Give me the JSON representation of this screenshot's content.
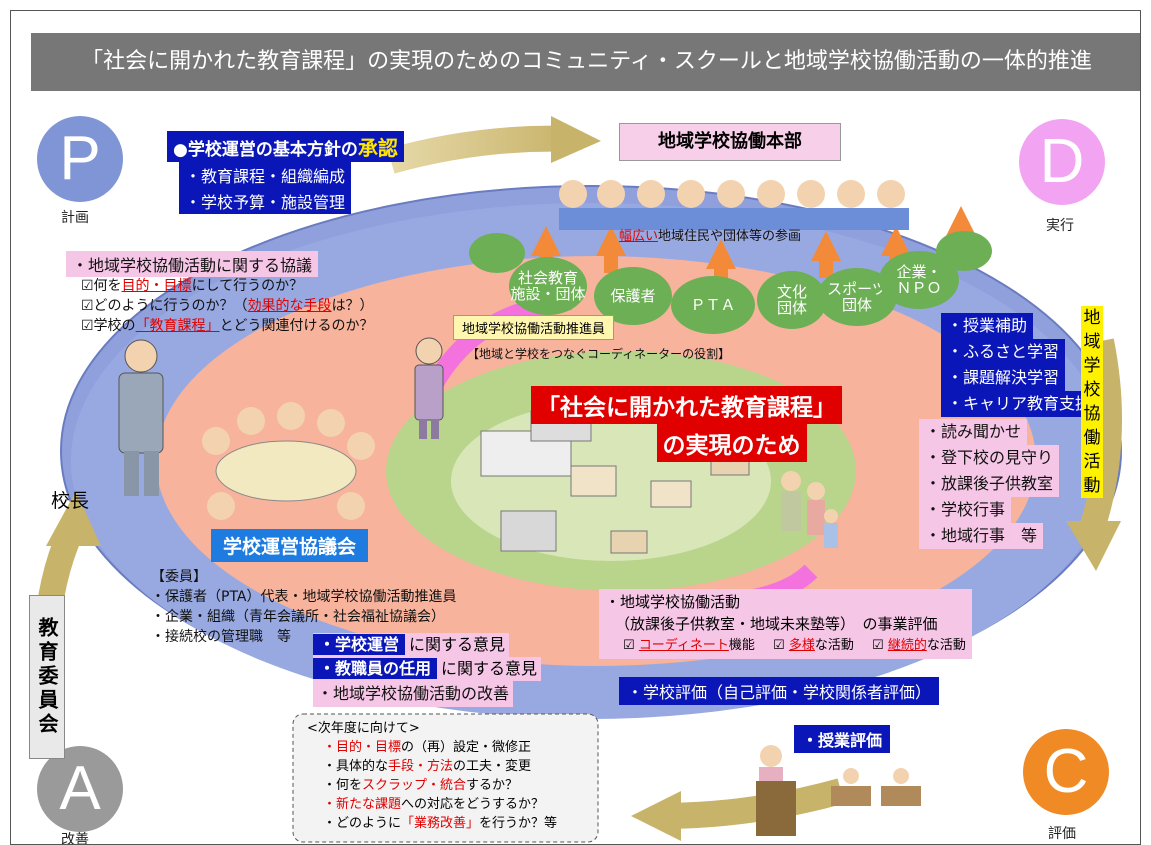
{
  "title": "「社会に開かれた教育課程」の実現のためのコミュニティ・スクールと地域学校協働活動の一体的推進",
  "pdca": {
    "p": {
      "letter": "P",
      "label": "計画",
      "color": "#7f95d6"
    },
    "d": {
      "letter": "D",
      "label": "実行",
      "color": "#f2a3f2"
    },
    "c": {
      "letter": "C",
      "label": "評価",
      "color": "#f08a24"
    },
    "a": {
      "letter": "A",
      "label": "改善",
      "color": "#9a9a9a"
    }
  },
  "approval": {
    "head": "●学校運営の基本方針の",
    "head_strong": "承認",
    "items": [
      "・教育課程・組織編成",
      "・学校予算・施設管理"
    ]
  },
  "hq": {
    "label": "地域学校協働本部"
  },
  "participation": {
    "pre": "幅広い",
    "post": "地域住民や団体等の参画"
  },
  "groups": [
    {
      "label": "社会教育\n施設・団体"
    },
    {
      "label": "保護者"
    },
    {
      "label": "ＰＴＡ"
    },
    {
      "label": "文化\n団体"
    },
    {
      "label": "スポーツ\n団体"
    },
    {
      "label": "企業・\nＮＰＯ"
    }
  ],
  "consult": {
    "head": "・地域学校協働活動に関する協議",
    "line1_pre": "☑何を",
    "line1_red": "目的・目標",
    "line1_post": "にして行うのか？",
    "line2_pre": "☑どのように行うのか？（",
    "line2_red": "効果的な手段",
    "line2_post": "は？）",
    "line3_pre": "☑学校の",
    "line3_red": "「教育課程」",
    "line3_post": "とどう関連付けるのか？"
  },
  "promoter": {
    "label": "地域学校協働活動推進員",
    "role": "【地域と学校をつなぐコーディネーターの役割】"
  },
  "center": {
    "line1": "「社会に開かれた教育課程」",
    "line2": "の実現のため"
  },
  "principal": {
    "label": "校長"
  },
  "council": {
    "label": "学校運営協議会"
  },
  "members": {
    "head": "【委員】",
    "items": [
      "・保護者（PTA）代表・地域学校協働活動推進員",
      "・企業・組織（青年会議所・社会福祉協議会）",
      "・接続校の管理職　等"
    ]
  },
  "board": {
    "label": "教育委員会"
  },
  "opinions": {
    "line1_strong": "・学校運営",
    "line1_post": "に関する意見",
    "line2_strong": "・教職員の任用",
    "line2_post": "に関する意見",
    "line3": "・地域学校協働活動の改善"
  },
  "next_year": {
    "head": "<次年度に向けて>",
    "l1_red": "・目的・目標",
    "l1_post": "の（再）設定・微修正",
    "l2_pre": "・具体的な",
    "l2_red": "手段・方法",
    "l2_post": "の工夫・変更",
    "l3_pre": "・何を",
    "l3_red": "スクラップ・統合",
    "l3_post": "するか？",
    "l4_red": "・新たな課題",
    "l4_post": "への対応をどうするか？",
    "l5_pre": "・どのように",
    "l5_red": "「業務改善」",
    "l5_post": "を行うか？等"
  },
  "activities_blue": [
    "・授業補助",
    "・ふるさと学習",
    "・課題解決学習",
    "・キャリア教育支援"
  ],
  "activities_pink": [
    "・読み聞かせ",
    "・登下校の見守り",
    "・放課後子供教室",
    "・学校行事",
    "・地域行事　等"
  ],
  "vertical_label": [
    "地",
    "域",
    "学",
    "校",
    "協",
    "働",
    "活",
    "動"
  ],
  "eval": {
    "line1": "・地域学校協働活動",
    "line2": "（放課後子供教室・地域未来塾等）　の事業評価",
    "c1_pre": "☑ ",
    "c1_red": "コーディネート",
    "c1_post": "機能",
    "c2_pre": "☑ ",
    "c2_red": "多様",
    "c2_post": "な活動",
    "c3_pre": "☑ ",
    "c3_red": "継続的",
    "c3_post": "な活動"
  },
  "school_eval": {
    "label": "・学校評価（自己評価・学校関係者評価）"
  },
  "lesson_eval": {
    "label": "・授業評価"
  }
}
